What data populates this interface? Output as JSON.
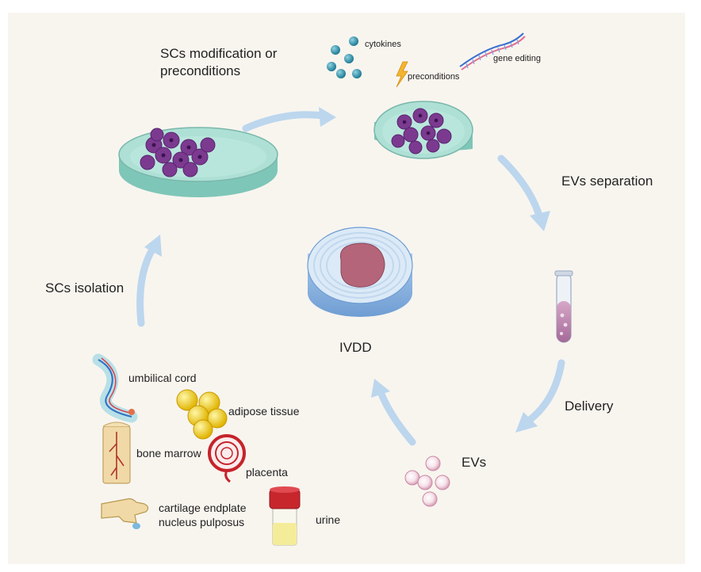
{
  "labels": {
    "sc_modification": "SCs modification or",
    "sc_modification_2": "preconditions",
    "cytokines": "cytokines",
    "preconditions": "preconditions",
    "gene_editing": "gene editing",
    "evs_separation": "EVs separation",
    "sc_isolation": "SCs isolation",
    "ivdd": "IVDD",
    "delivery": "Delivery",
    "evs": "EVs"
  },
  "sources": [
    {
      "label": "umbilical cord",
      "icon": "umbilical-cord-icon"
    },
    {
      "label": "adipose tissue",
      "icon": "adipose-tissue-icon"
    },
    {
      "label": "bone marrow",
      "icon": "bone-marrow-icon"
    },
    {
      "label": "placenta",
      "icon": "placenta-icon"
    },
    {
      "label": "cartilage endplate",
      "icon": "vertebra-icon"
    },
    {
      "label": "nucleus pulposus",
      "icon": "vertebra-icon"
    },
    {
      "label": "urine",
      "icon": "urine-tube-icon"
    }
  ],
  "colors": {
    "background": "#f8f5ef",
    "arrow": "#bcd6ee",
    "dish": "#9fd4c8",
    "cell": "#7b3a8f",
    "disc_core": "#b5657a",
    "disc_ring": "#c9dff2",
    "cytokine": "#2e8fa6"
  }
}
